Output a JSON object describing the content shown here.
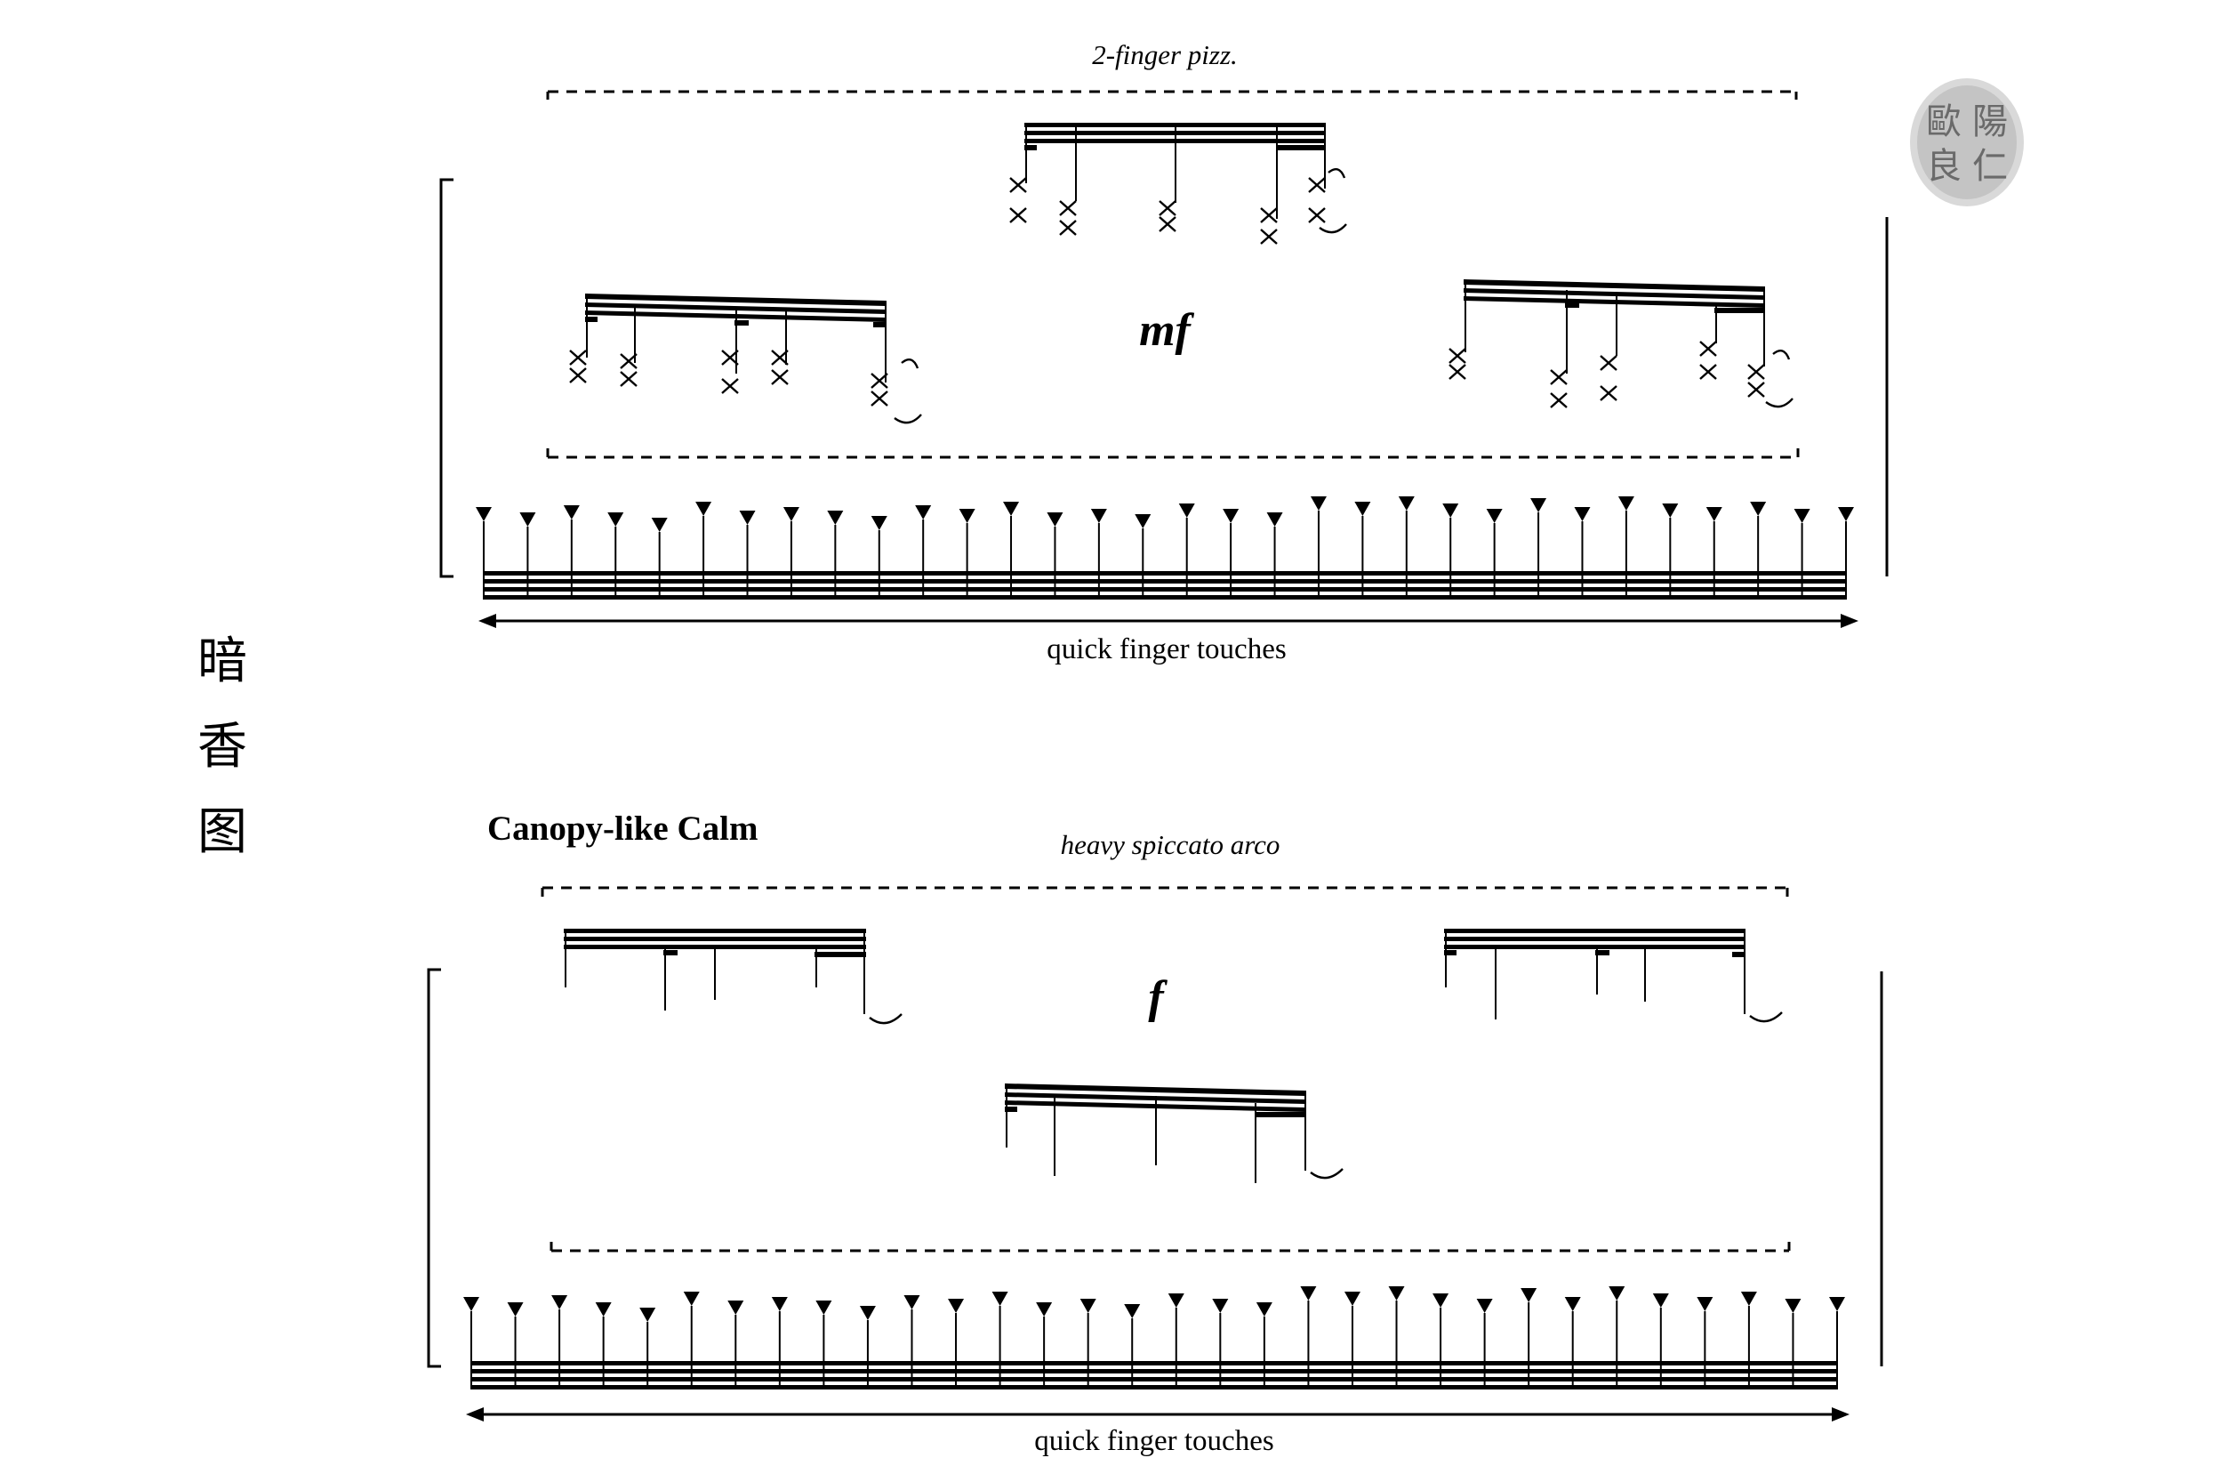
{
  "side_title": [
    "暗",
    "香",
    "图"
  ],
  "seal": {
    "chars": [
      "良",
      "仁",
      "歐",
      "陽"
    ],
    "color": "#8a8a8a"
  },
  "systems": [
    {
      "technique": "2-finger pizz.",
      "dynamic": "mf",
      "bottom_label": "quick finger touches",
      "figures": [
        {
          "heads": "x"
        },
        {
          "heads": "x"
        },
        {
          "heads": "x"
        }
      ]
    },
    {
      "section_title": "Canopy-like Calm",
      "technique": "heavy spiccato arco",
      "dynamic": "f",
      "bottom_label": "quick finger touches",
      "figures": [
        {
          "heads": "none"
        },
        {
          "heads": "none"
        },
        {
          "heads": "none"
        }
      ]
    }
  ]
}
